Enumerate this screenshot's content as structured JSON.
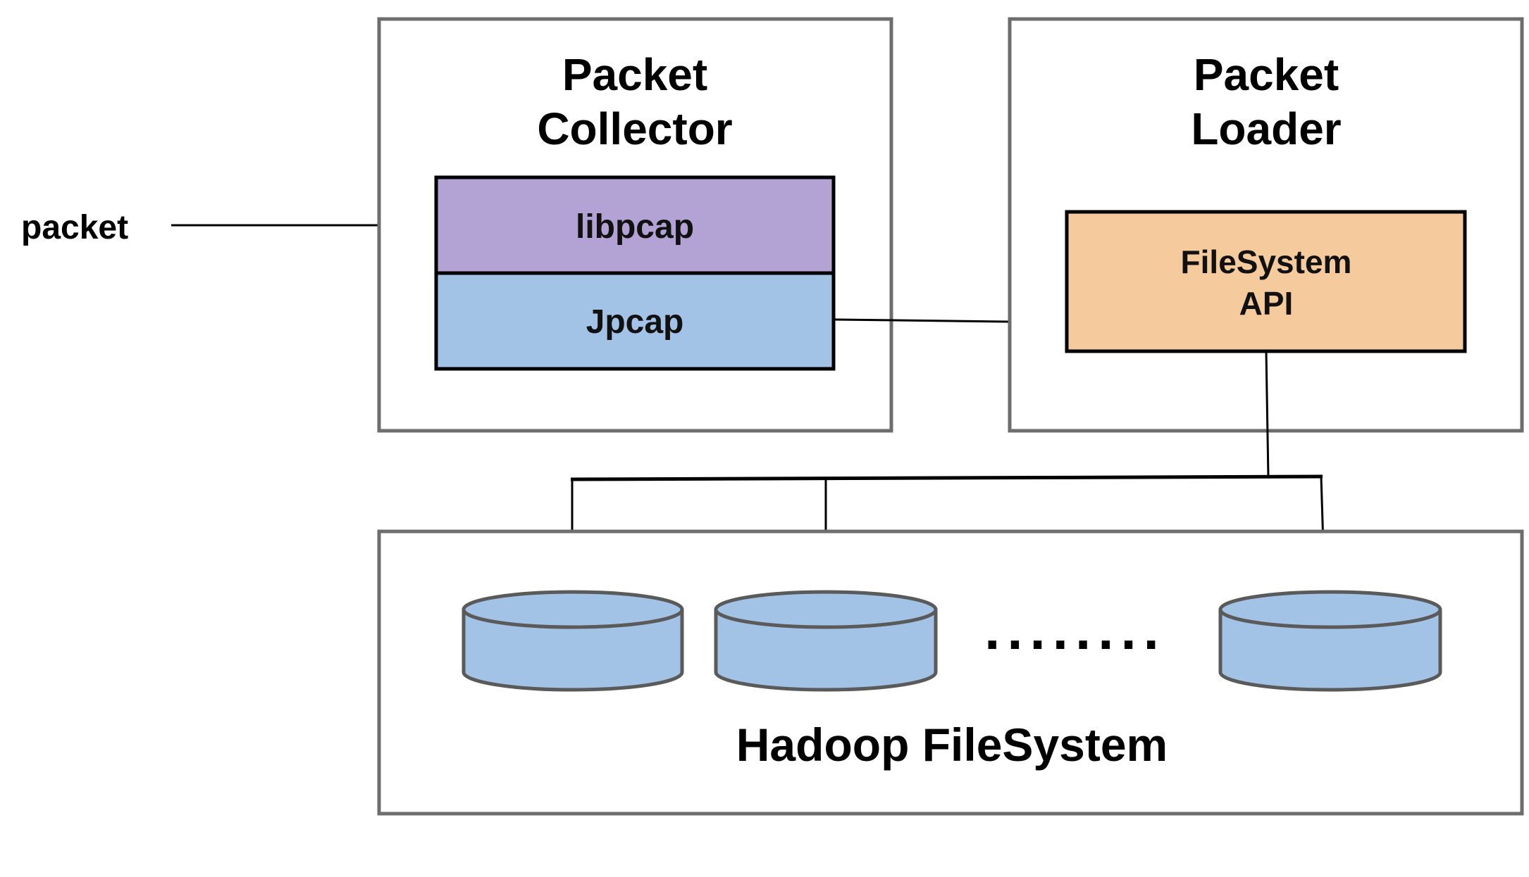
{
  "input_label": "packet",
  "packet_collector": {
    "title_line1": "Packet",
    "title_line2": "Collector",
    "layers": [
      {
        "label": "libpcap",
        "color": "#b3a2d4"
      },
      {
        "label": "Jpcap",
        "color": "#a2c2e6"
      }
    ]
  },
  "packet_loader": {
    "title_line1": "Packet",
    "title_line2": "Loader",
    "api_line1": "FileSystem",
    "api_line2": "API",
    "api_color": "#f5ca9c"
  },
  "hadoop": {
    "title": "Hadoop FileSystem",
    "ellipsis": "........",
    "disk_color": "#a2c2e6"
  },
  "colors": {
    "container_border": "#6d6d6d",
    "box_border": "#000000",
    "arrow": "#000000"
  }
}
